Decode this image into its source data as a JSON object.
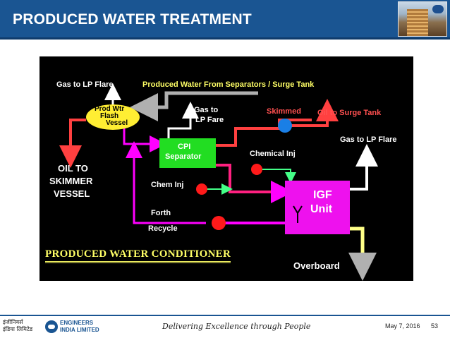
{
  "header": {
    "title": "PRODUCED WATER TREATMENT",
    "photo": "company-building-photo"
  },
  "diagram": {
    "banner": "PRODUCED WATER CONDITIONER",
    "labels": {
      "gas_to_lp_flare_top": "Gas to LP Flare",
      "produced_water_from": "Produced Water From Separators / Surge Tank",
      "gas_to_lp_fare_line1": "Gas to",
      "gas_to_lp_fare_line2": "LP Fare",
      "skimmed": "Skimmed",
      "oil_to_surge_tank": "Oil to Surge Tank",
      "gas_to_lp_flare_right": "Gas to LP Flare",
      "chemical_inj": "Chemical Inj",
      "chem_inj": "Chem Inj",
      "forth": "Forth",
      "recycle": "Recycle",
      "oil_to_skimmer_line1": "OIL TO",
      "oil_to_skimmer_line2": "SKIMMER",
      "oil_to_skimmer_line3": "VESSEL",
      "overboard": "Overboard"
    },
    "nodes": {
      "flash_vessel_line1": "Prod Wtr",
      "flash_vessel_line2": "Flash",
      "flash_vessel_line3": "Vessel",
      "cpi_line1": "CPI",
      "cpi_line2": "Separator",
      "igf_line1": "IGF",
      "igf_line2": "Unit"
    },
    "colors": {
      "background": "#000000",
      "flash_vessel": "#ffee33",
      "cpi_separator": "#22dd22",
      "igf_unit": "#ee11ee",
      "flow_red": "#ff4040",
      "flow_magenta": "#ff00ff",
      "flow_gray": "#b0b0b0",
      "flow_white": "#ffffff",
      "flow_yellow": "#ffff88",
      "chem_green": "#44ff88",
      "pump_blue": "#1a7fe6",
      "pump_red": "#ff1a1a"
    }
  },
  "footer": {
    "logo_hindi_line1": "इंजीनियर्स",
    "logo_hindi_line2": "इंडिया लिमिटेड",
    "logo_english_line1": "ENGINEERS",
    "logo_english_line2": "INDIA LIMITED",
    "tagline": "Delivering Excellence through People",
    "date": "May 7, 2016",
    "page": "53"
  }
}
